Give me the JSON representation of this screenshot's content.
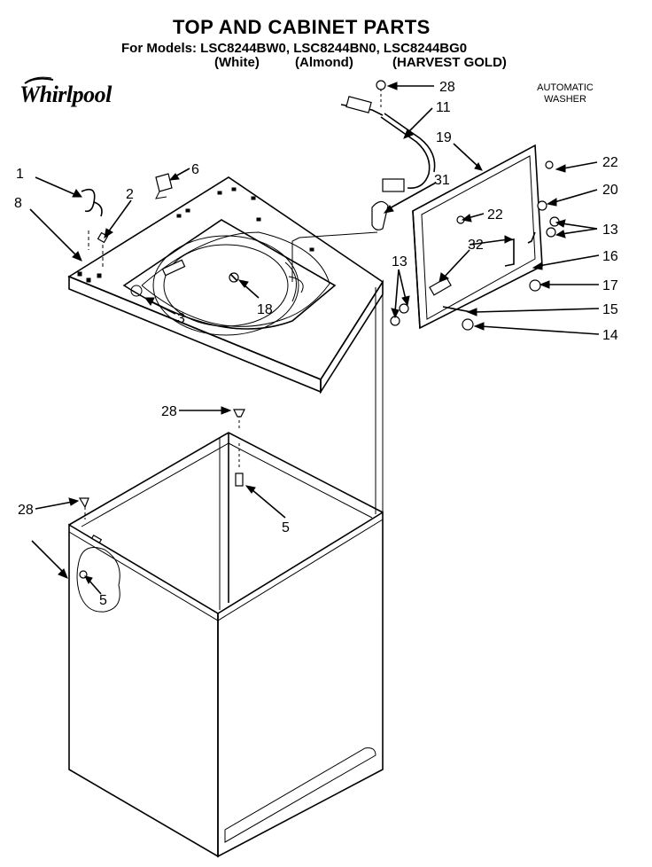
{
  "header": {
    "title": "TOP AND CABINET PARTS",
    "models_line": "For Models: LSC8244BW0, LSC8244BN0, LSC8244BG0",
    "variants": [
      "(White)",
      "(Almond)",
      "(HARVEST GOLD)"
    ],
    "brand": "Whirlpool",
    "product_type": [
      "AUTOMATIC",
      "WASHER"
    ]
  },
  "callouts": [
    {
      "label": "28",
      "id": "screw-cord-clamp"
    },
    {
      "label": "11",
      "id": "power-cord"
    },
    {
      "label": "19",
      "id": "lid-assembly"
    },
    {
      "label": "22",
      "id": "lid-bumper"
    },
    {
      "label": "20",
      "id": "lid-hinge-part"
    },
    {
      "label": "13",
      "id": "hinge-screw"
    },
    {
      "label": "16",
      "id": "lid-hinge"
    },
    {
      "label": "17",
      "id": "hinge-bushing"
    },
    {
      "label": "15",
      "id": "hinge-pin"
    },
    {
      "label": "14",
      "id": "lid-latch"
    },
    {
      "label": "32",
      "id": "lid-switch-actuator"
    },
    {
      "label": "31",
      "id": "clip"
    },
    {
      "label": "6",
      "id": "hinge-spring"
    },
    {
      "label": "1",
      "id": "hinge-clip"
    },
    {
      "label": "2",
      "id": "top-panel"
    },
    {
      "label": "8",
      "id": "top-screw"
    },
    {
      "label": "18",
      "id": "splash-guard"
    },
    {
      "label": "3",
      "id": "clip-cabinet"
    },
    {
      "label": "28",
      "id": "screw-cabinet"
    },
    {
      "label": "5",
      "id": "cabinet"
    }
  ]
}
